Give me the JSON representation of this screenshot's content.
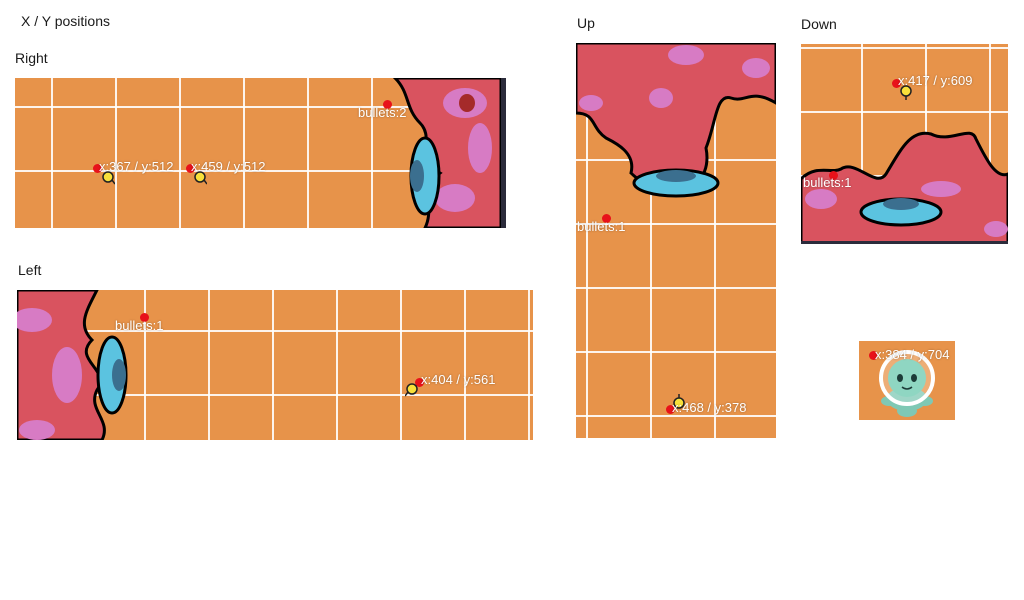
{
  "title": "X / Y positions",
  "panels": {
    "right": {
      "label": "Right",
      "bullets": "bullets:2",
      "coord1": "x:367 / y:512",
      "coord2": "x:459 / y:512"
    },
    "left": {
      "label": "Left",
      "bullets": "bullets:1",
      "coord1": "x:404 / y:561"
    },
    "up": {
      "label": "Up",
      "bullets": "bullets:1",
      "coord1": "x:468 / y:378"
    },
    "down": {
      "label": "Down",
      "bullets": "bullets:1",
      "coord1": "x:417 / y:609"
    },
    "player": {
      "coord1": "x:384 / y:704"
    }
  },
  "colors": {
    "floor": "#e7934a",
    "flesh": "#d9535f",
    "flesh_spot": "#d77bc4",
    "eye": "#5bc3e0",
    "eye_dark": "#3b6f8f",
    "dot": "#e8121a"
  }
}
